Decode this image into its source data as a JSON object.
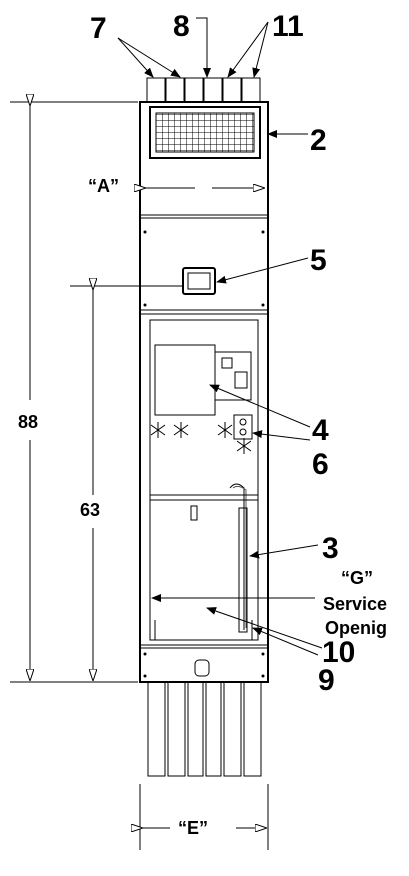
{
  "callouts": {
    "c7": "7",
    "c8": "8",
    "c11": "11",
    "c2": "2",
    "c5": "5",
    "c4": "4",
    "c6": "6",
    "c3": "3",
    "c10": "10",
    "c9": "9"
  },
  "dimensions": {
    "width_top": "“A”",
    "overall_height": "88",
    "lower_height": "63",
    "width_bottom": "“E”"
  },
  "service_opening": {
    "line1": "“G”",
    "line2": "Service",
    "line3": "Openig"
  }
}
